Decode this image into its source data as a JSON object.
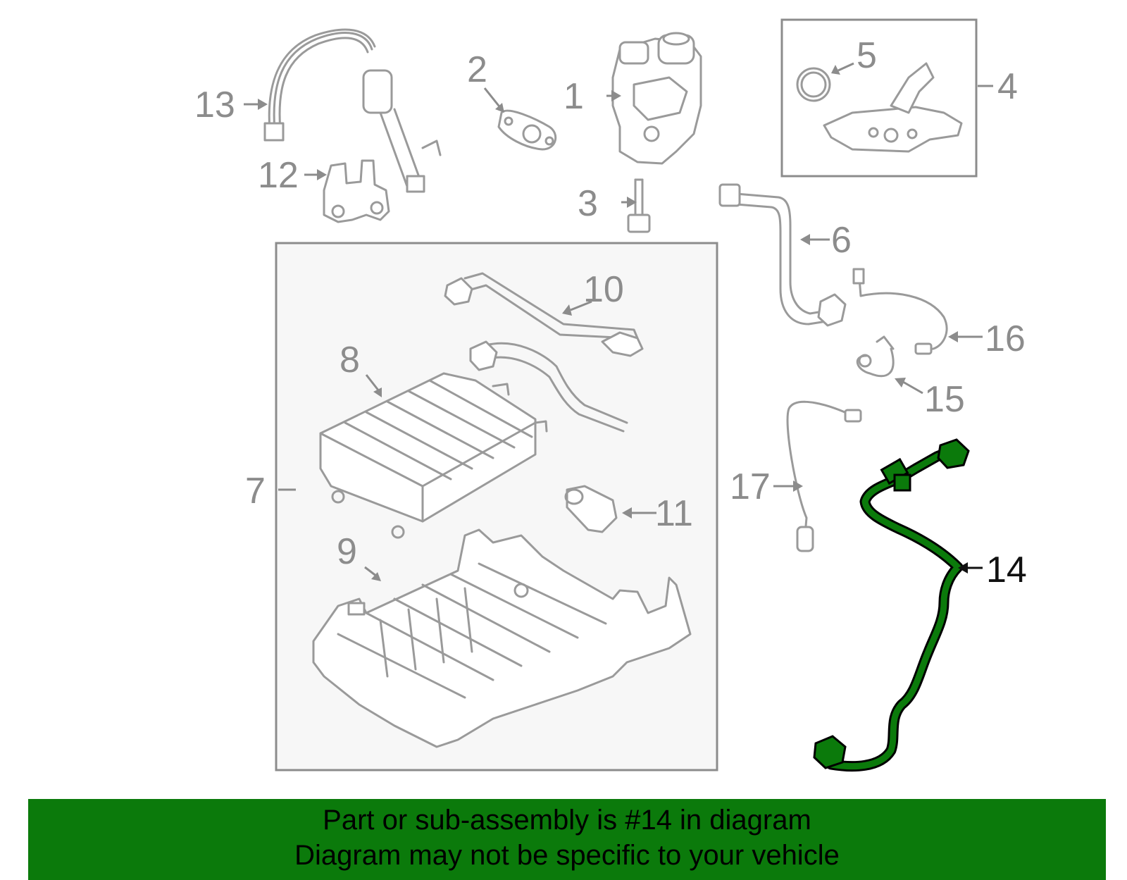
{
  "diagram": {
    "highlight_color": "#0b7a0b",
    "parts": [
      {
        "id": "1",
        "label": "1"
      },
      {
        "id": "2",
        "label": "2"
      },
      {
        "id": "3",
        "label": "3"
      },
      {
        "id": "4",
        "label": "4"
      },
      {
        "id": "5",
        "label": "5"
      },
      {
        "id": "6",
        "label": "6"
      },
      {
        "id": "7",
        "label": "7"
      },
      {
        "id": "8",
        "label": "8"
      },
      {
        "id": "9",
        "label": "9"
      },
      {
        "id": "10",
        "label": "10"
      },
      {
        "id": "11",
        "label": "11"
      },
      {
        "id": "12",
        "label": "12"
      },
      {
        "id": "13",
        "label": "13"
      },
      {
        "id": "14",
        "label": "14",
        "highlighted": true
      },
      {
        "id": "15",
        "label": "15"
      },
      {
        "id": "16",
        "label": "16"
      },
      {
        "id": "17",
        "label": "17"
      }
    ]
  },
  "banner": {
    "background": "#0b7a0b",
    "line1": "Part or sub-assembly is #14 in diagram",
    "line2": "Diagram may not be specific to your vehicle"
  }
}
